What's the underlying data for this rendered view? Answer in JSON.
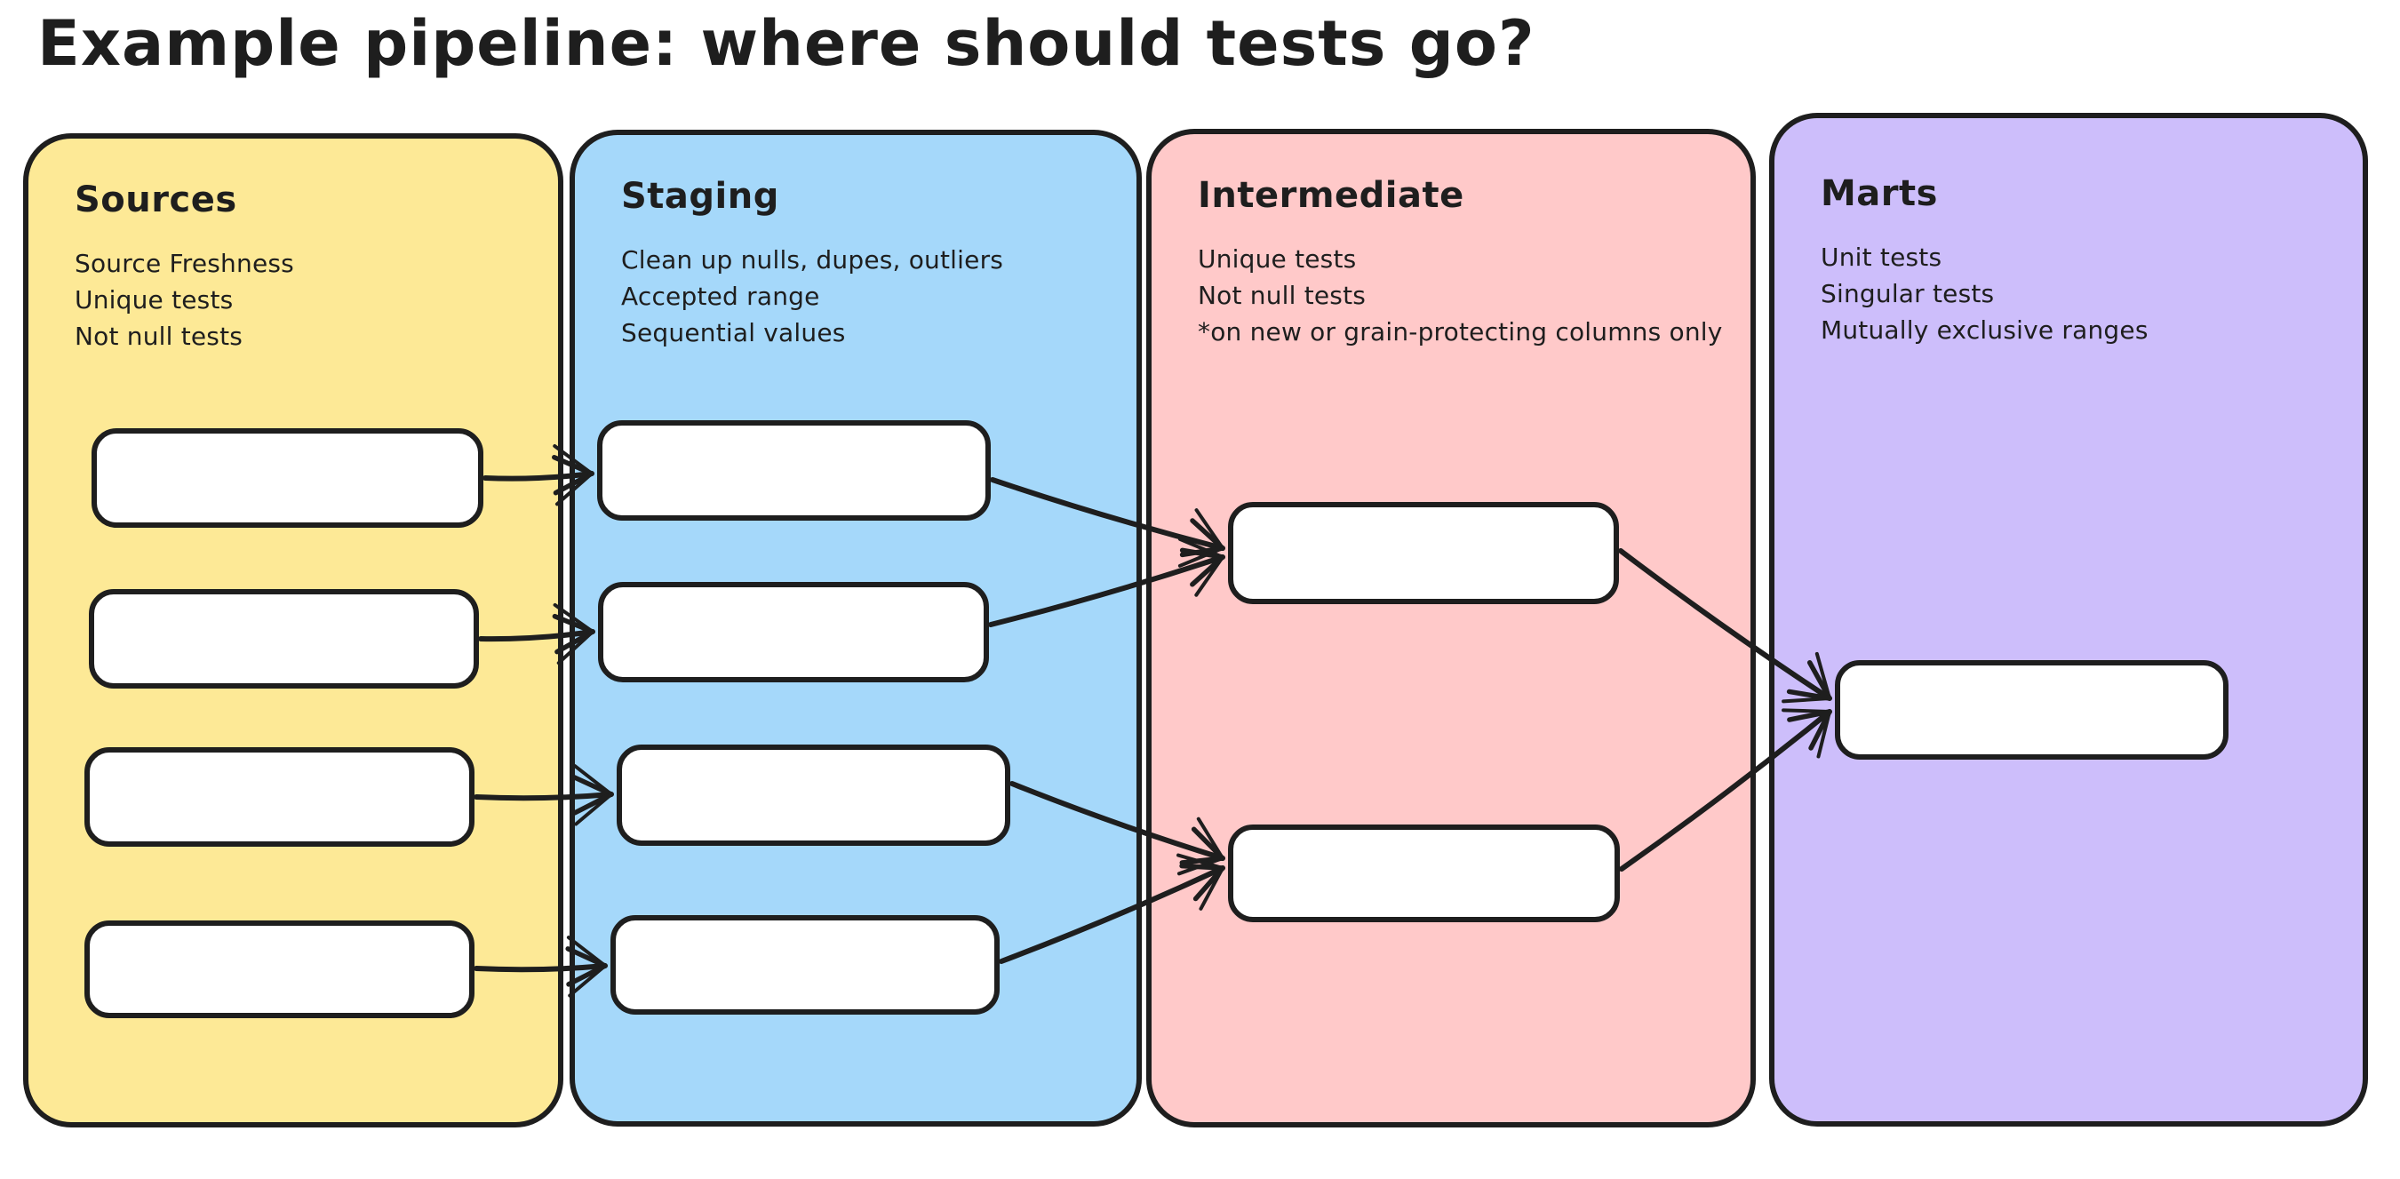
{
  "title": "Example pipeline: where should tests go?",
  "columns": [
    {
      "key": "sources",
      "label": "Sources",
      "fill": "#fde996",
      "notes": [
        "Source Freshness",
        "Unique tests",
        "Not null tests"
      ],
      "model_count": 4
    },
    {
      "key": "staging",
      "label": "Staging",
      "fill": "#a5d8fa",
      "notes": [
        "Clean up nulls, dupes, outliers",
        "Accepted range",
        "Sequential values"
      ],
      "model_count": 4
    },
    {
      "key": "intermediate",
      "label": "Intermediate",
      "fill": "#ffc9c9",
      "notes": [
        "Unique tests",
        "Not null tests",
        "*on new or grain-protecting columns only"
      ],
      "model_count": 2
    },
    {
      "key": "marts",
      "label": "Marts",
      "fill": "#cdbefb",
      "notes": [
        "Unit tests",
        "Singular tests",
        "Mutually exclusive ranges"
      ],
      "model_count": 1
    }
  ],
  "edges": [
    {
      "from": "sources-box-1",
      "to": "staging-box-1"
    },
    {
      "from": "sources-box-2",
      "to": "staging-box-2"
    },
    {
      "from": "sources-box-3",
      "to": "staging-box-3"
    },
    {
      "from": "sources-box-4",
      "to": "staging-box-4"
    },
    {
      "from": "staging-box-1",
      "to": "intermediate-box-1"
    },
    {
      "from": "staging-box-2",
      "to": "intermediate-box-1"
    },
    {
      "from": "staging-box-3",
      "to": "intermediate-box-2"
    },
    {
      "from": "staging-box-4",
      "to": "intermediate-box-2"
    },
    {
      "from": "intermediate-box-1",
      "to": "marts-box-1"
    },
    {
      "from": "intermediate-box-2",
      "to": "marts-box-1"
    }
  ],
  "colors": {
    "stroke": "#1e1e1e",
    "model_fill": "#ffffff",
    "page_bg": "#ffffff"
  }
}
